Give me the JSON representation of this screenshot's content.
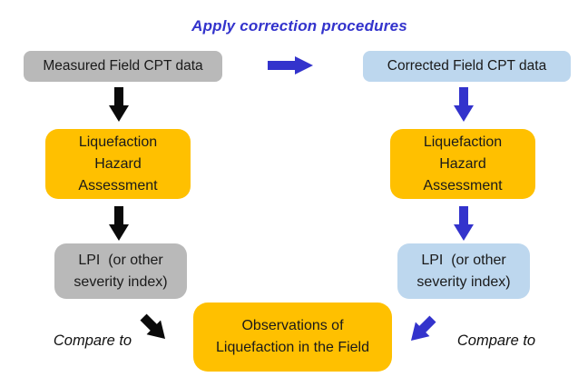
{
  "title": "Apply correction procedures",
  "flow": {
    "left": {
      "source": "Measured Field CPT data",
      "process": "Liquefaction Hazard Assessment",
      "result": "LPI  (or other severity index)",
      "compare": "Compare to"
    },
    "right": {
      "source": "Corrected Field CPT data",
      "process": "Liquefaction Hazard Assessment",
      "result": "LPI  (or other severity index)",
      "compare": "Compare to"
    },
    "center": {
      "observations": "Observations of Liquefaction in the Field"
    }
  },
  "colors": {
    "orange": "#FFC000",
    "gray": "#B9B9B9",
    "light_blue": "#BDD7EE",
    "arrow_blue": "#3333CC",
    "arrow_black": "#0A0A0A"
  }
}
